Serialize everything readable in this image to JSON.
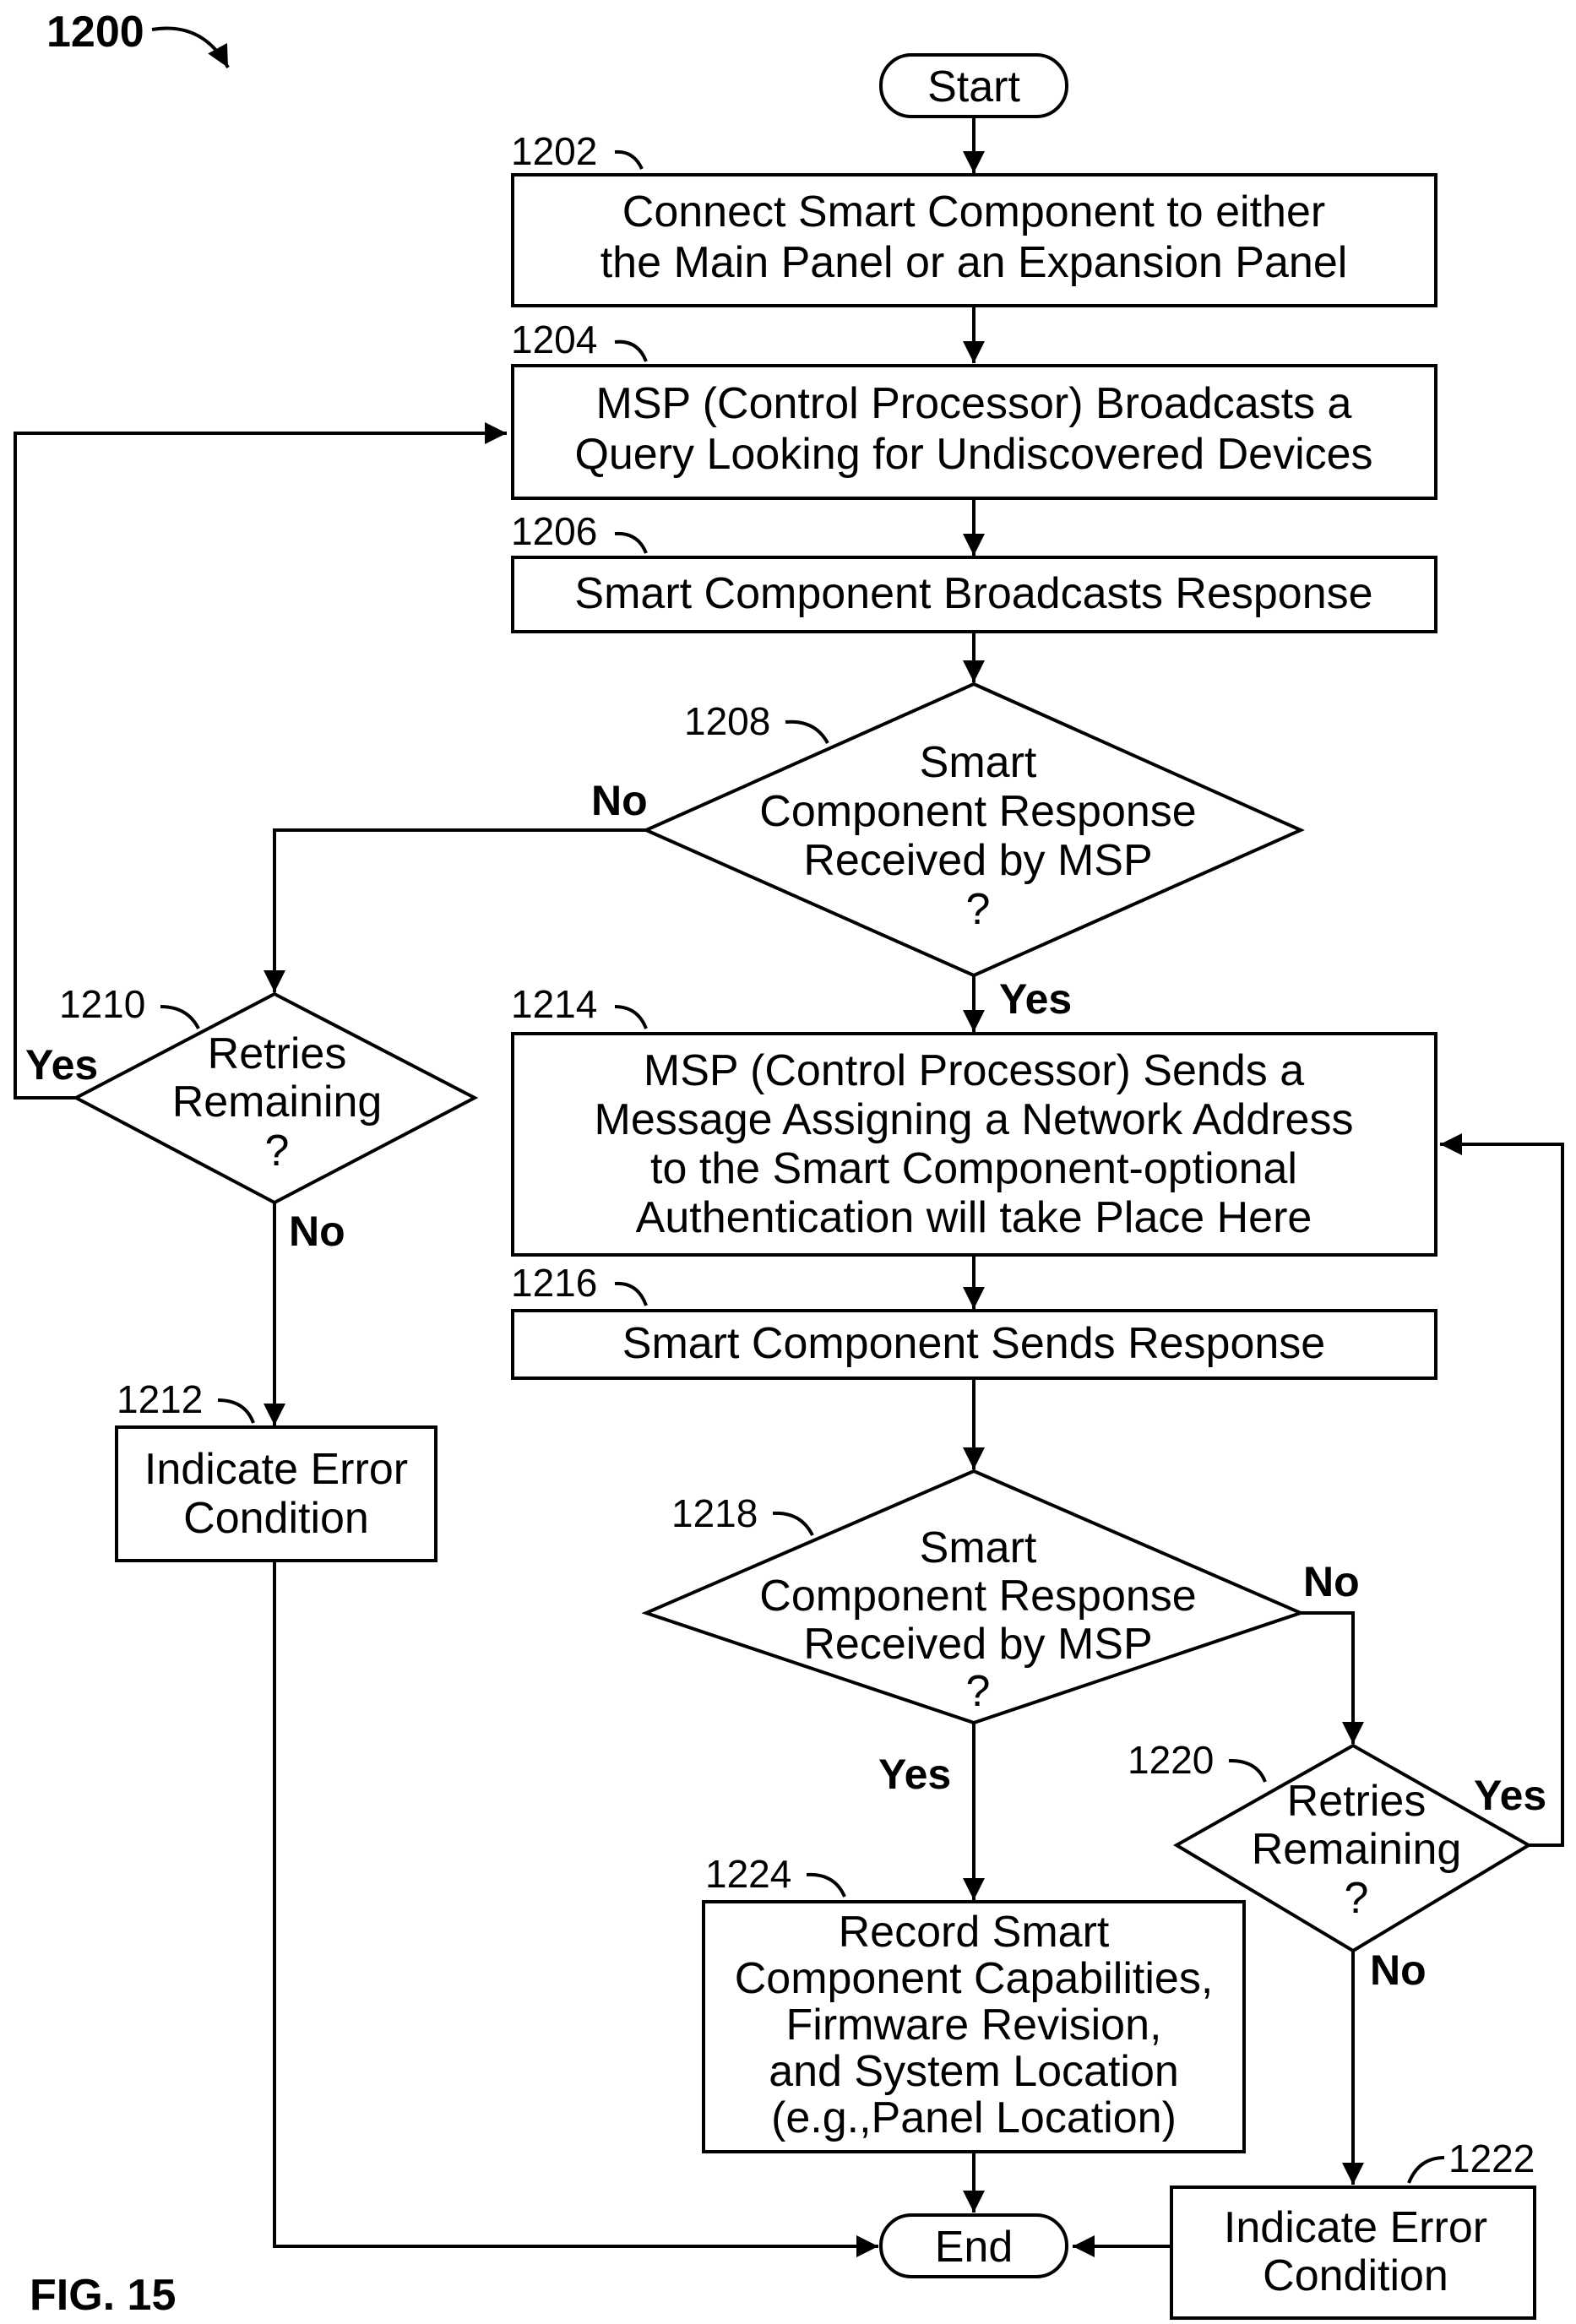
{
  "figure": {
    "number": "1200",
    "caption": "FIG. 15"
  },
  "start": {
    "label": "Start"
  },
  "end": {
    "label": "End"
  },
  "steps": {
    "s1202": {
      "ref": "1202",
      "line1": "Connect Smart Component to either",
      "line2": "the Main Panel or an Expansion Panel"
    },
    "s1204": {
      "ref": "1204",
      "line1": "MSP (Control Processor) Broadcasts a",
      "line2": "Query Looking for Undiscovered Devices"
    },
    "s1206": {
      "ref": "1206",
      "line1": "Smart Component Broadcasts Response"
    },
    "d1208": {
      "ref": "1208",
      "line1": "Smart",
      "line2": "Component Response",
      "line3": "Received by MSP",
      "line4": "?"
    },
    "d1210": {
      "ref": "1210",
      "line1": "Retries",
      "line2": "Remaining",
      "line3": "?"
    },
    "s1212": {
      "ref": "1212",
      "line1": "Indicate Error",
      "line2": "Condition"
    },
    "s1214": {
      "ref": "1214",
      "line1": "MSP (Control Processor) Sends a",
      "line2": "Message Assigning a Network Address",
      "line3": "to the Smart Component-optional",
      "line4": "Authentication will take Place Here"
    },
    "s1216": {
      "ref": "1216",
      "line1": "Smart Component Sends Response"
    },
    "d1218": {
      "ref": "1218",
      "line1": "Smart",
      "line2": "Component Response",
      "line3": "Received by MSP",
      "line4": "?"
    },
    "d1220": {
      "ref": "1220",
      "line1": "Retries",
      "line2": "Remaining",
      "line3": "?"
    },
    "s1222": {
      "ref": "1222",
      "line1": "Indicate Error",
      "line2": "Condition"
    },
    "s1224": {
      "ref": "1224",
      "line1": "Record Smart",
      "line2": "Component Capabilities,",
      "line3": "Firmware Revision,",
      "line4": "and System Location",
      "line5": "(e.g.,Panel Location)"
    }
  },
  "branch_labels": {
    "yes": "Yes",
    "no": "No"
  }
}
